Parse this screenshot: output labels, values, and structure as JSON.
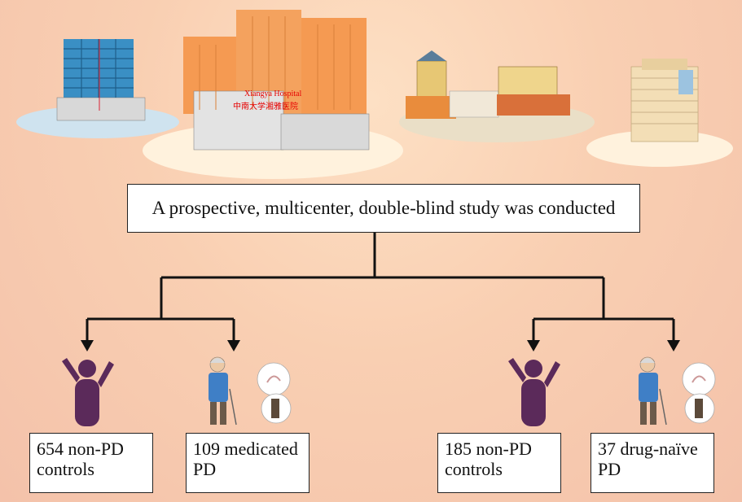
{
  "hospital_label": {
    "en": "Xiangya Hospital",
    "cn": "中南大学湘雅医院"
  },
  "study_title": "A prospective, multicenter, double-blind study was conducted",
  "groups": [
    {
      "line1": "654 non-PD",
      "line2": "controls",
      "icon": "person-arms-raised-icon"
    },
    {
      "line1": "109 medicated",
      "line2": "PD",
      "icon": "elderly-patient-icon"
    },
    {
      "line1": "185 non-PD",
      "line2": "controls",
      "icon": "person-arms-raised-icon"
    },
    {
      "line1": "37 drug-naïve",
      "line2": "PD",
      "icon": "elderly-patient-icon"
    }
  ],
  "colors": {
    "person": "#5b2a5a",
    "hospital_accent": "#f59a52",
    "connector": "#111111",
    "label": "#e60000"
  }
}
